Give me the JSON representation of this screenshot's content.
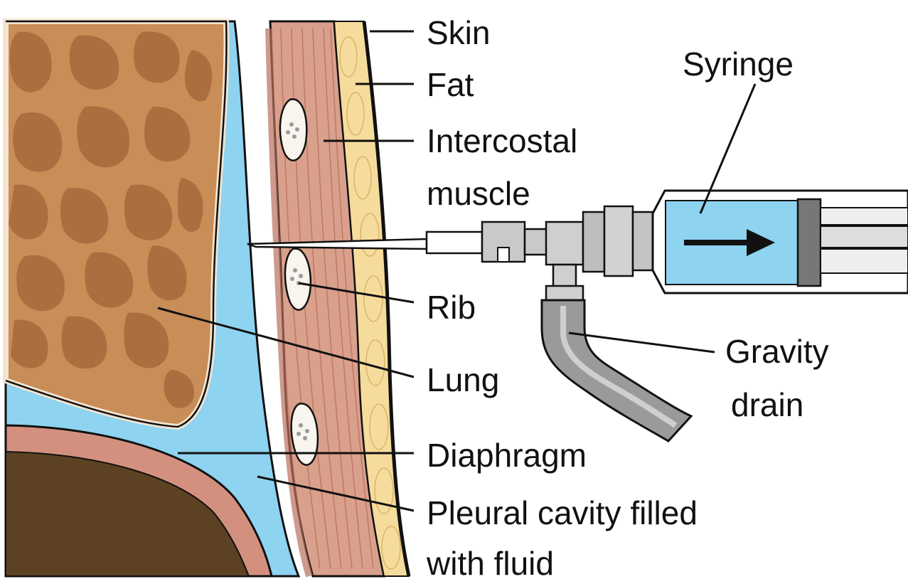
{
  "labels": {
    "skin": "Skin",
    "fat": "Fat",
    "intercostal_1": "Intercostal",
    "intercostal_2": "muscle",
    "syringe": "Syringe",
    "rib": "Rib",
    "lung": "Lung",
    "gravity_1": "Gravity",
    "gravity_2": "drain",
    "diaphragm": "Diaphragm",
    "pleural_1": "Pleural cavity filled",
    "pleural_2": "with fluid"
  },
  "colors": {
    "lung": "#c98d57",
    "lung_dark": "#a8693a",
    "pleural_fluid": "#8ed3f0",
    "muscle": "#d9a08c",
    "muscle_dark": "#b96f5c",
    "fat": "#f6dc9c",
    "rib": "#f7f5ee",
    "diaphragm": "#d4907f",
    "liver": "#5c4222",
    "syringe_fluid": "#8ed3f0",
    "metal": "#b9b9b9",
    "tube": "#9a9a9a",
    "outline": "#111111"
  }
}
